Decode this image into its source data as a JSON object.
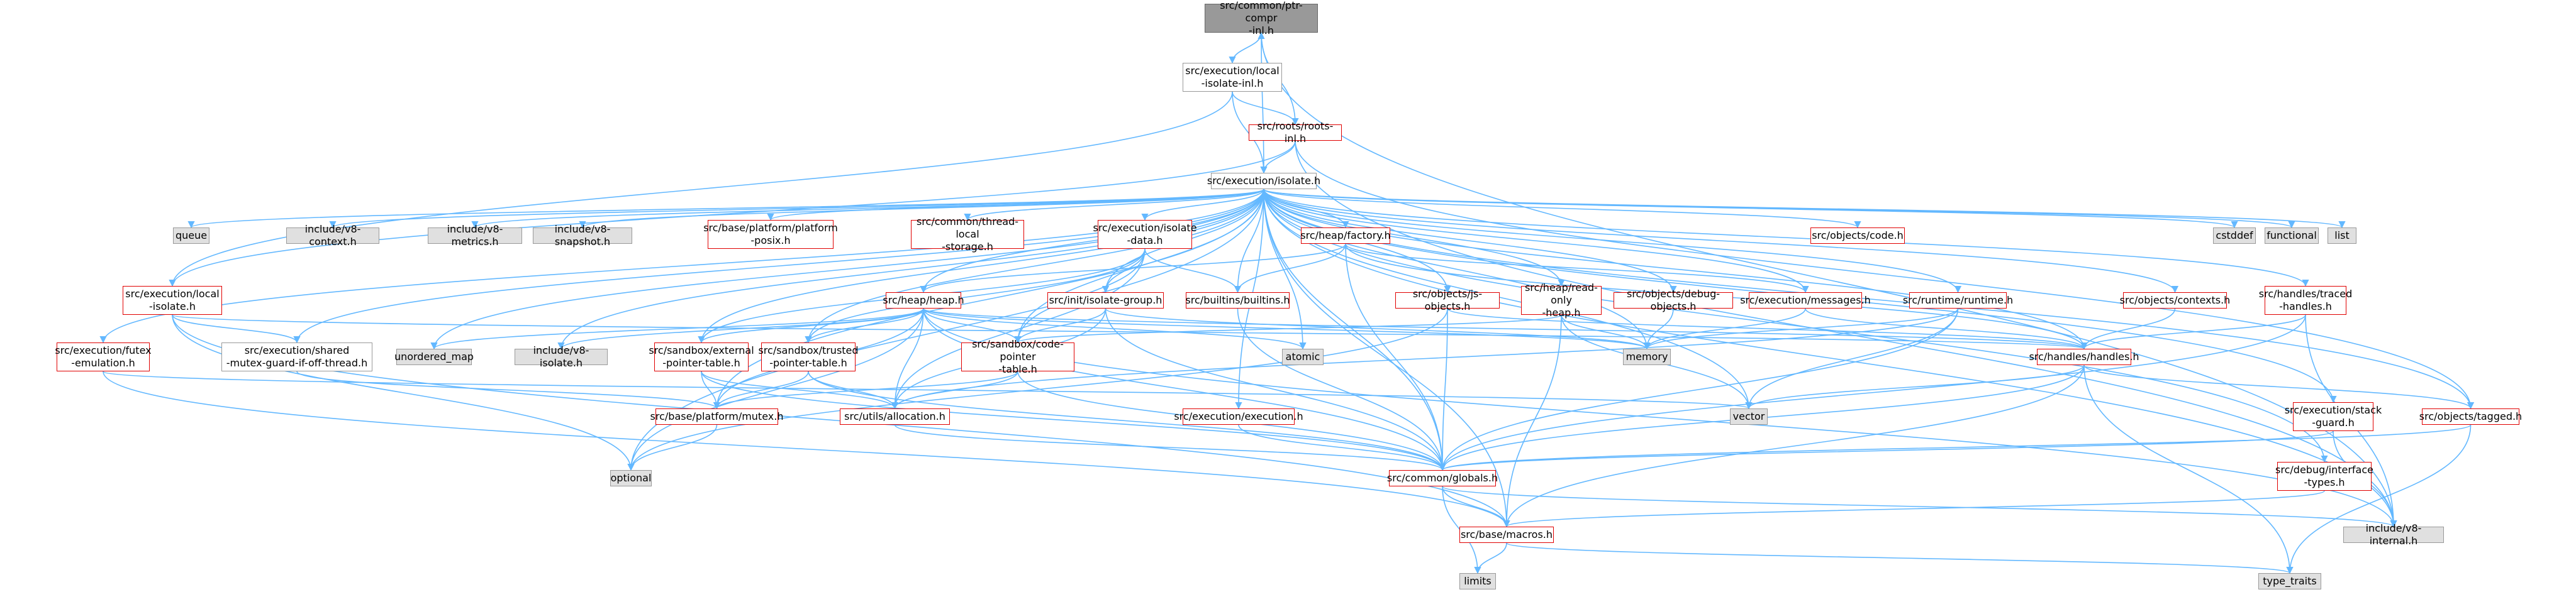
{
  "colors": {
    "edge": "#63b8ff",
    "edge_muted": "#9acbf0",
    "red_border": "#e00000",
    "root_fill": "#999999",
    "external_fill": "#e0e0e0"
  },
  "nodes": {
    "root": "src/common/ptr-compr\n-inl.h",
    "execution_local_isolate_inl": "src/execution/local\n-isolate-inl.h",
    "roots_inl": "src/roots/roots-inl.h",
    "execution_isolate": "src/execution/isolate.h",
    "queue": "queue",
    "v8_context": "include/v8-context.h",
    "v8_metrics": "include/v8-metrics.h",
    "v8_snapshot": "include/v8-snapshot.h",
    "platform_posix": "src/base/platform/platform\n-posix.h",
    "thread_local_storage": "src/common/thread-local\n-storage.h",
    "isolate_data": "src/execution/isolate\n-data.h",
    "heap_factory": "src/heap/factory.h",
    "objects_code": "src/objects/code.h",
    "cstddef": "cstddef",
    "functional": "functional",
    "list": "list",
    "execution_local_isolate": "src/execution/local\n-isolate.h",
    "execution_futex": "src/execution/futex\n-emulation.h",
    "shared_mutex_guard": "src/execution/shared\n-mutex-guard-if-off-thread.h",
    "heap_heap": "src/heap/heap.h",
    "unordered_map": "unordered_map",
    "v8_isolate": "include/v8-isolate.h",
    "external_pointer_table": "src/sandbox/external\n-pointer-table.h",
    "trusted_pointer_table": "src/sandbox/trusted\n-pointer-table.h",
    "init_isolate_group": "src/init/isolate-group.h",
    "builtins": "src/builtins/builtins.h",
    "code_pointer_table": "src/sandbox/code-pointer\n-table.h",
    "atomic": "atomic",
    "js_objects": "src/objects/js-objects.h",
    "read_only_heap": "src/heap/read-only\n-heap.h",
    "debug_objects": "src/objects/debug-objects.h",
    "execution_messages": "src/execution/messages.h",
    "runtime": "src/runtime/runtime.h",
    "objects_contexts": "src/objects/contexts.h",
    "traced_handles": "src/handles/traced\n-handles.h",
    "handles": "src/handles/handles.h",
    "memory": "memory",
    "vector": "vector",
    "platform_mutex": "src/base/platform/mutex.h",
    "utils_allocation": "src/utils/allocation.h",
    "execution_execution": "src/execution/execution.h",
    "execution_stack_guard": "src/execution/stack\n-guard.h",
    "objects_tagged": "src/objects/tagged.h",
    "optional": "optional",
    "common_globals": "src/common/globals.h",
    "debug_interface_types": "src/debug/interface\n-types.h",
    "base_macros": "src/base/macros.h",
    "v8_internal": "include/v8-internal.h",
    "limits": "limits",
    "type_traits": "type_traits"
  },
  "edges": [
    [
      "root",
      "execution_local_isolate_inl"
    ],
    [
      "root",
      "execution_isolate"
    ],
    [
      "root",
      "v8_internal"
    ],
    [
      "execution_local_isolate_inl",
      "execution_local_isolate"
    ],
    [
      "execution_local_isolate_inl",
      "roots_inl"
    ],
    [
      "execution_local_isolate_inl",
      "execution_isolate"
    ],
    [
      "roots_inl",
      "root"
    ],
    [
      "roots_inl",
      "execution_isolate"
    ],
    [
      "roots_inl",
      "execution_local_isolate"
    ],
    [
      "roots_inl",
      "objects_tagged"
    ],
    [
      "roots_inl",
      "v8_internal"
    ],
    [
      "execution_isolate",
      "queue"
    ],
    [
      "execution_isolate",
      "v8_context"
    ],
    [
      "execution_isolate",
      "v8_metrics"
    ],
    [
      "execution_isolate",
      "v8_snapshot"
    ],
    [
      "execution_isolate",
      "platform_posix"
    ],
    [
      "execution_isolate",
      "thread_local_storage"
    ],
    [
      "execution_isolate",
      "isolate_data"
    ],
    [
      "execution_isolate",
      "heap_factory"
    ],
    [
      "execution_isolate",
      "objects_code"
    ],
    [
      "execution_isolate",
      "cstddef"
    ],
    [
      "execution_isolate",
      "functional"
    ],
    [
      "execution_isolate",
      "list"
    ],
    [
      "execution_isolate",
      "execution_futex"
    ],
    [
      "execution_isolate",
      "shared_mutex_guard"
    ],
    [
      "execution_isolate",
      "heap_heap"
    ],
    [
      "execution_isolate",
      "unordered_map"
    ],
    [
      "execution_isolate",
      "v8_isolate"
    ],
    [
      "execution_isolate",
      "external_pointer_table"
    ],
    [
      "execution_isolate",
      "trusted_pointer_table"
    ],
    [
      "execution_isolate",
      "init_isolate_group"
    ],
    [
      "execution_isolate",
      "builtins"
    ],
    [
      "execution_isolate",
      "code_pointer_table"
    ],
    [
      "execution_isolate",
      "atomic"
    ],
    [
      "execution_isolate",
      "js_objects"
    ],
    [
      "execution_isolate",
      "read_only_heap"
    ],
    [
      "execution_isolate",
      "debug_objects"
    ],
    [
      "execution_isolate",
      "execution_messages"
    ],
    [
      "execution_isolate",
      "runtime"
    ],
    [
      "execution_isolate",
      "objects_contexts"
    ],
    [
      "execution_isolate",
      "traced_handles"
    ],
    [
      "execution_isolate",
      "handles"
    ],
    [
      "execution_isolate",
      "memory"
    ],
    [
      "execution_isolate",
      "vector"
    ],
    [
      "execution_isolate",
      "platform_mutex"
    ],
    [
      "execution_isolate",
      "execution_execution"
    ],
    [
      "execution_isolate",
      "execution_stack_guard"
    ],
    [
      "execution_isolate",
      "objects_tagged"
    ],
    [
      "execution_isolate",
      "optional"
    ],
    [
      "execution_isolate",
      "common_globals"
    ],
    [
      "execution_isolate",
      "debug_interface_types"
    ],
    [
      "execution_isolate",
      "base_macros"
    ],
    [
      "execution_isolate",
      "v8_internal"
    ],
    [
      "execution_local_isolate",
      "shared_mutex_guard"
    ],
    [
      "execution_local_isolate",
      "handles"
    ],
    [
      "execution_local_isolate",
      "optional"
    ],
    [
      "execution_local_isolate",
      "base_macros"
    ],
    [
      "execution_futex",
      "vector"
    ],
    [
      "execution_futex",
      "base_macros"
    ],
    [
      "shared_mutex_guard",
      "platform_mutex"
    ],
    [
      "isolate_data",
      "builtins"
    ],
    [
      "isolate_data",
      "init_isolate_group"
    ],
    [
      "isolate_data",
      "external_pointer_table"
    ],
    [
      "isolate_data",
      "trusted_pointer_table"
    ],
    [
      "isolate_data",
      "code_pointer_table"
    ],
    [
      "isolate_data",
      "utils_allocation"
    ],
    [
      "heap_factory",
      "builtins"
    ],
    [
      "heap_factory",
      "heap_heap"
    ],
    [
      "heap_factory",
      "handles"
    ],
    [
      "heap_factory",
      "execution_messages"
    ],
    [
      "heap_factory",
      "common_globals"
    ],
    [
      "heap_heap",
      "unordered_map"
    ],
    [
      "heap_heap",
      "v8_isolate"
    ],
    [
      "heap_heap",
      "external_pointer_table"
    ],
    [
      "heap_heap",
      "trusted_pointer_table"
    ],
    [
      "heap_heap",
      "code_pointer_table"
    ],
    [
      "heap_heap",
      "atomic"
    ],
    [
      "heap_heap",
      "memory"
    ],
    [
      "heap_heap",
      "platform_mutex"
    ],
    [
      "heap_heap",
      "utils_allocation"
    ],
    [
      "heap_heap",
      "optional"
    ],
    [
      "heap_heap",
      "common_globals"
    ],
    [
      "heap_heap",
      "handles"
    ],
    [
      "heap_heap",
      "v8_internal"
    ],
    [
      "external_pointer_table",
      "platform_mutex"
    ],
    [
      "external_pointer_table",
      "utils_allocation"
    ],
    [
      "external_pointer_table",
      "common_globals"
    ],
    [
      "trusted_pointer_table",
      "platform_mutex"
    ],
    [
      "trusted_pointer_table",
      "utils_allocation"
    ],
    [
      "trusted_pointer_table",
      "common_globals"
    ],
    [
      "code_pointer_table",
      "platform_mutex"
    ],
    [
      "code_pointer_table",
      "utils_allocation"
    ],
    [
      "code_pointer_table",
      "common_globals"
    ],
    [
      "init_isolate_group",
      "code_pointer_table"
    ],
    [
      "init_isolate_group",
      "utils_allocation"
    ],
    [
      "init_isolate_group",
      "memory"
    ],
    [
      "init_isolate_group",
      "common_globals"
    ],
    [
      "builtins",
      "common_globals"
    ],
    [
      "js_objects",
      "handles"
    ],
    [
      "js_objects",
      "common_globals"
    ],
    [
      "js_objects",
      "optional"
    ],
    [
      "read_only_heap",
      "memory"
    ],
    [
      "read_only_heap",
      "vector"
    ],
    [
      "read_only_heap",
      "code_pointer_table"
    ],
    [
      "read_only_heap",
      "base_macros"
    ],
    [
      "debug_objects",
      "memory"
    ],
    [
      "execution_messages",
      "memory"
    ],
    [
      "execution_messages",
      "handles"
    ],
    [
      "runtime",
      "memory"
    ],
    [
      "runtime",
      "vector"
    ],
    [
      "runtime",
      "common_globals"
    ],
    [
      "runtime",
      "utils_allocation"
    ],
    [
      "objects_contexts",
      "handles"
    ],
    [
      "traced_handles",
      "handles"
    ],
    [
      "traced_handles",
      "v8_internal"
    ],
    [
      "traced_handles",
      "common_globals"
    ],
    [
      "handles",
      "vector"
    ],
    [
      "handles",
      "objects_tagged"
    ],
    [
      "handles",
      "common_globals"
    ],
    [
      "handles",
      "base_macros"
    ],
    [
      "handles",
      "type_traits"
    ],
    [
      "platform_mutex",
      "optional"
    ],
    [
      "utils_allocation",
      "common_globals"
    ],
    [
      "execution_execution",
      "common_globals"
    ],
    [
      "execution_stack_guard",
      "common_globals"
    ],
    [
      "execution_stack_guard",
      "v8_internal"
    ],
    [
      "objects_tagged",
      "common_globals"
    ],
    [
      "objects_tagged",
      "type_traits"
    ],
    [
      "common_globals",
      "base_macros"
    ],
    [
      "common_globals",
      "v8_internal"
    ],
    [
      "common_globals",
      "limits"
    ],
    [
      "debug_interface_types",
      "base_macros"
    ],
    [
      "base_macros",
      "limits"
    ],
    [
      "base_macros",
      "type_traits"
    ]
  ]
}
